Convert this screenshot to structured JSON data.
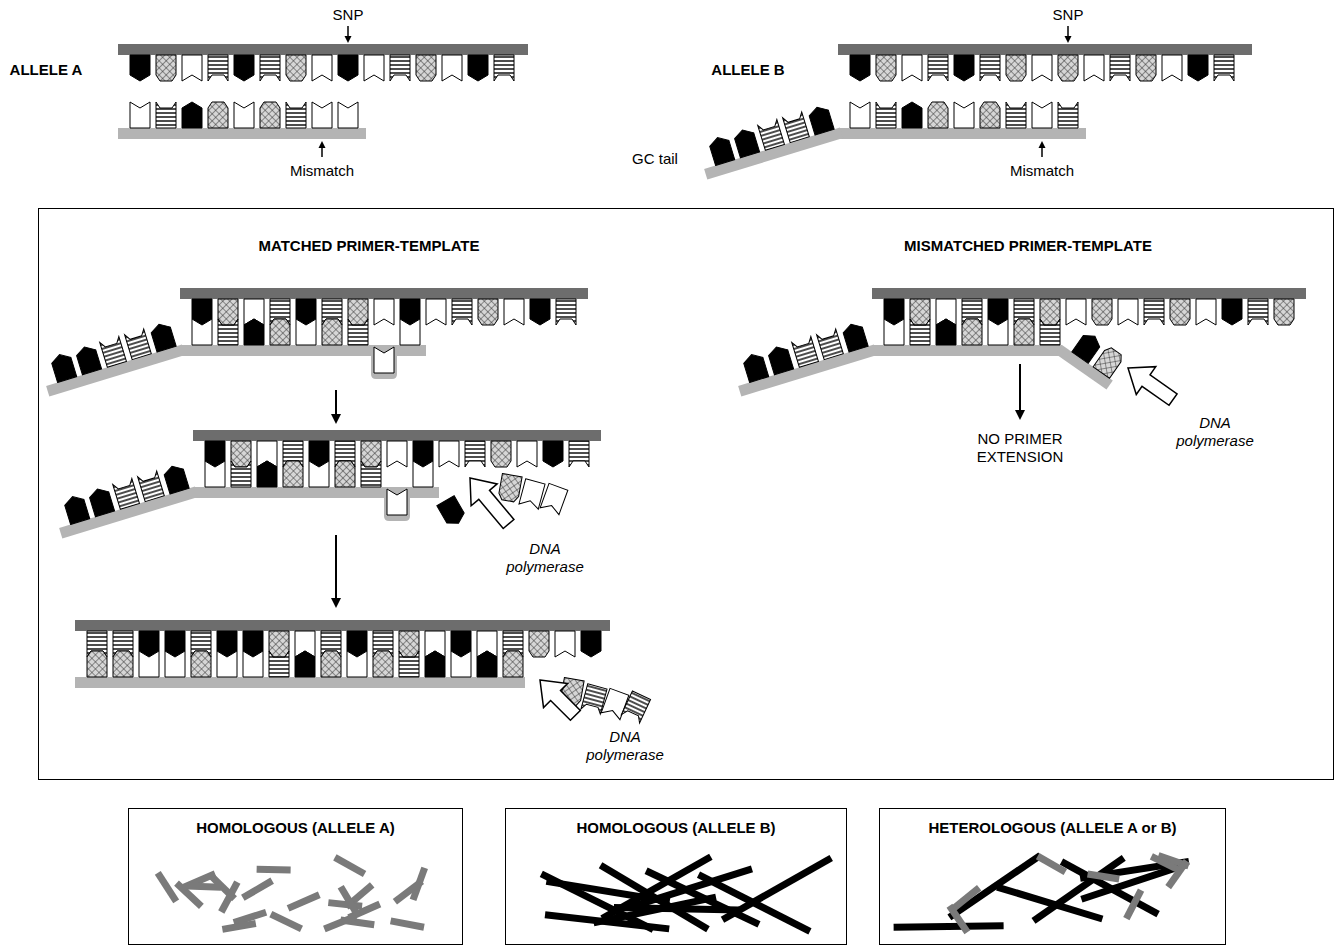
{
  "diagram": {
    "nodes": [
      {
        "text": [
          "MATCHED PRIMER-TEMPLATE",
          "MISMATCHED PRIMER-TEMPLATE"
        ]
      },
      {
        "text": [
          "HOMOLOGOUS (ALLELE A)"
        ]
      },
      {
        "text": [
          "HOMOLOGOUS (ALLELE B)"
        ]
      },
      {
        "text": [
          "HETEROLOGOUS (ALLELE A or B)"
        ]
      }
    ],
    "labels": [
      "SNP",
      "ALLELE A",
      "Mismatch",
      "SNP",
      "ALLELE B",
      "GC tail",
      "Mismatch",
      "DNA polymerase",
      "NO PRIMER EXTENSION",
      "DNA polymerase",
      "DNA polymerase"
    ]
  }
}
